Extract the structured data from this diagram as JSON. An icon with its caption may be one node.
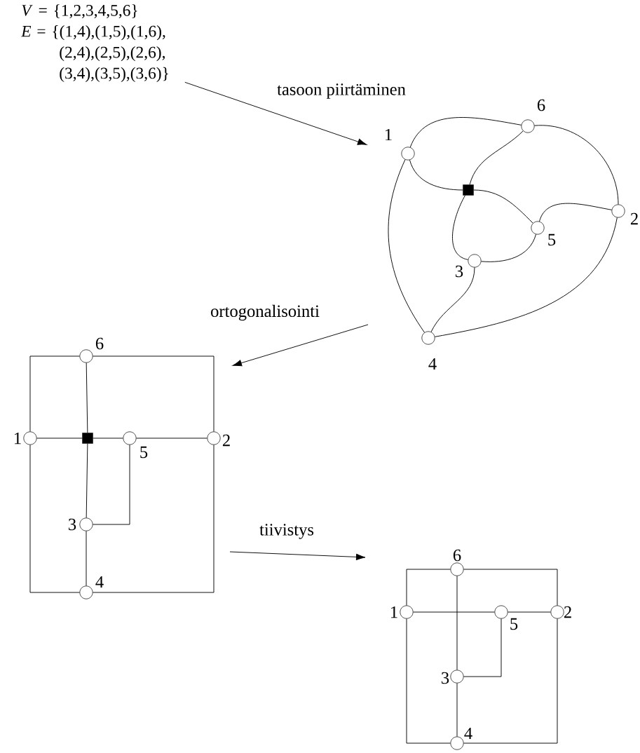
{
  "diagram": {
    "nodes": [
      {
        "text": [
          "*V* = {1,2,3,4,5,6}",
          "*E* = {(1,4),(1,5),(1,6), (2,4),(2,5),(2,6), (3,4),(3,5),(3,6)}"
        ]
      },
      {
        "text": [],
        "shape": "circle",
        "beside": [
          "6"
        ]
      },
      {
        "text": [],
        "shape": "circle",
        "beside": [
          "1"
        ]
      },
      {
        "text": [],
        "shape": "box"
      },
      {
        "text": [],
        "shape": "circle",
        "beside": [
          "2"
        ]
      },
      {
        "text": [],
        "shape": "circle",
        "beside": [
          "5"
        ]
      },
      {
        "text": [],
        "shape": "circle",
        "beside": [
          "3"
        ]
      },
      {
        "text": [],
        "shape": "circle",
        "beside": [
          "4"
        ]
      },
      {
        "text": [],
        "shape": "circle",
        "beside": [
          "6"
        ]
      },
      {
        "text": [],
        "shape": "circle",
        "beside": [
          "1"
        ]
      },
      {
        "text": [],
        "shape": "box"
      },
      {
        "text": [],
        "shape": "circle",
        "beside": [
          "5"
        ]
      },
      {
        "text": [],
        "shape": "circle",
        "beside": [
          "2"
        ]
      },
      {
        "text": [],
        "shape": "circle",
        "beside": [
          "3"
        ]
      },
      {
        "text": [],
        "shape": "circle",
        "beside": [
          "4"
        ]
      },
      {
        "text": [],
        "shape": "circle",
        "beside": [
          "6"
        ]
      },
      {
        "text": [],
        "shape": "circle",
        "beside": [
          "1"
        ]
      },
      {
        "text": [],
        "shape": "circle",
        "beside": [
          "5"
        ]
      },
      {
        "text": [],
        "shape": "circle",
        "beside": [
          "2"
        ]
      },
      {
        "text": [],
        "shape": "circle",
        "beside": [
          "3"
        ]
      },
      {
        "text": [],
        "shape": "circle",
        "beside": [
          "4"
        ]
      }
    ],
    "edges": [
      {
        "from": 0,
        "to": null,
        "arrow": "to",
        "label": "tasoon piirtäminen"
      },
      {
        "from": 2,
        "to": 1,
        "arrow": "none"
      },
      {
        "from": 1,
        "to": 4,
        "arrow": "none"
      },
      {
        "from": 4,
        "to": 7,
        "arrow": "none"
      },
      {
        "from": 2,
        "to": 7,
        "arrow": "none"
      },
      {
        "from": 2,
        "to": 3,
        "arrow": "none"
      },
      {
        "from": 3,
        "to": 5,
        "arrow": "none"
      },
      {
        "from": 1,
        "to": 3,
        "arrow": "none"
      },
      {
        "from": 3,
        "to": 6,
        "arrow": "none"
      },
      {
        "from": 6,
        "to": 5,
        "arrow": "none"
      },
      {
        "from": 5,
        "to": 4,
        "arrow": "none"
      },
      {
        "from": 6,
        "to": 7,
        "arrow": "none"
      },
      {
        "from": 9,
        "to": 8,
        "arrow": "none"
      },
      {
        "from": 8,
        "to": 12,
        "arrow": "none"
      },
      {
        "from": 12,
        "to": 14,
        "arrow": "none"
      },
      {
        "from": 9,
        "to": 14,
        "arrow": "none"
      },
      {
        "from": 9,
        "to": 10,
        "arrow": "none"
      },
      {
        "from": 10,
        "to": 11,
        "arrow": "none"
      },
      {
        "from": 8,
        "to": 10,
        "arrow": "none"
      },
      {
        "from": 10,
        "to": 13,
        "arrow": "none"
      },
      {
        "from": 13,
        "to": 11,
        "arrow": "none"
      },
      {
        "from": 11,
        "to": 12,
        "arrow": "none"
      },
      {
        "from": 13,
        "to": 14,
        "arrow": "none"
      },
      {
        "from": 16,
        "to": 15,
        "arrow": "none"
      },
      {
        "from": 15,
        "to": 18,
        "arrow": "none"
      },
      {
        "from": 18,
        "to": 20,
        "arrow": "none"
      },
      {
        "from": 16,
        "to": 20,
        "arrow": "none"
      },
      {
        "from": 16,
        "to": 17,
        "arrow": "none"
      },
      {
        "from": 17,
        "to": 18,
        "arrow": "none"
      },
      {
        "from": 15,
        "to": 19,
        "arrow": "none"
      },
      {
        "from": 19,
        "to": 17,
        "arrow": "none"
      },
      {
        "from": 19,
        "to": 20,
        "arrow": "none"
      }
    ],
    "labels": [
      "ortogonalisointi",
      "tiivistys"
    ]
  }
}
